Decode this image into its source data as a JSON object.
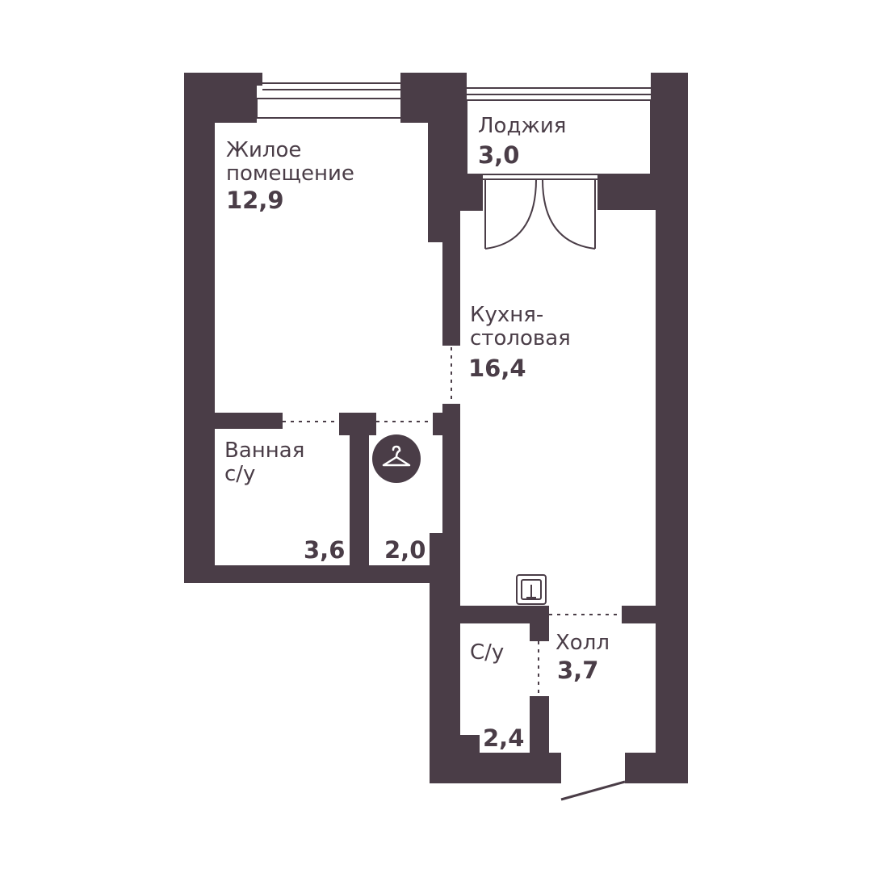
{
  "colors": {
    "wall": "#4a3d47",
    "background": "#ffffff",
    "line": "#4a3d47"
  },
  "rooms": {
    "living": {
      "name": "Жилое\nпомещение",
      "area": "12,9"
    },
    "loggia": {
      "name": "Лоджия",
      "area": "3,0"
    },
    "kitchen": {
      "name": "Кухня-\nстоловая",
      "area": "16,4"
    },
    "bathroom": {
      "name": "Ванная\nс/у",
      "area": "3,6"
    },
    "wardrobe": {
      "area": "2,0",
      "icon": "hanger-icon"
    },
    "wc": {
      "name": "С/у",
      "area": "2,4"
    },
    "hall": {
      "name": "Холл",
      "area": "3,7"
    }
  },
  "fixtures": {
    "meter": "electrical-panel-icon"
  }
}
